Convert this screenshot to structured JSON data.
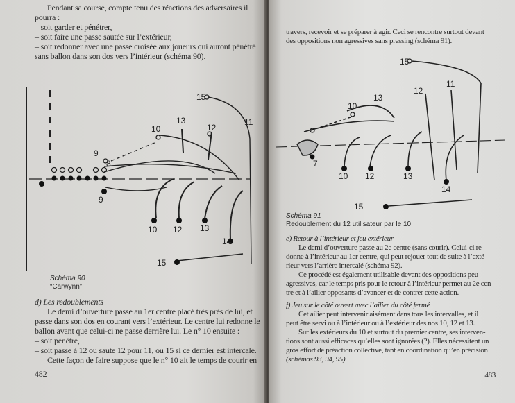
{
  "left_page": {
    "intro": [
      "Pendant sa course, compte tenu des réactions des adversaires il",
      "pourra :",
      "– soit garder et pénétrer,",
      "– soit faire une passe sautée sur l’extérieur,",
      "– soit redonner avec une passe croisée aux joueurs qui auront pénétré",
      "sans ballon dans son dos vers l’intérieur (schéma 90)."
    ],
    "diagram_labels": {
      "p15": "15",
      "p13": "13",
      "p10": "10",
      "p12": "12",
      "p9a": "9",
      "p8": "8",
      "p11": "11",
      "p9b": "9",
      "b10": "10",
      "b12": "12",
      "b13": "13",
      "b14": "14",
      "b15": "15"
    },
    "caption_title": "Schéma 90",
    "caption_text": "“Carwynn”.",
    "section_title": "d) Les redoublements",
    "section_body": [
      "Le demi d’ouverture passe au 1er centre placé très près de lui, et",
      "passe dans son dos en courant vers l’extérieur. Le centre lui redonne le",
      "ballon avant que celui-ci ne passe derrière lui. Le n° 10 ensuite :",
      "– soit pénètre,",
      "– soit passe à 12 ou saute 12 pour 11, ou 15 si ce dernier est intercalé.",
      "Cette façon de faire suppose que le n° 10 ait le temps de courir en"
    ],
    "page_number": "482"
  },
  "right_page": {
    "intro": [
      "travers, recevoir et se préparer à agir. Ceci se rencontre surtout devant",
      "des oppositions non agressives sans pressing (schéma 91)."
    ],
    "diagram_labels": {
      "t15": "15",
      "t13": "13",
      "t12": "12",
      "t11": "11",
      "t10": "10",
      "p7": "7",
      "b10": "10",
      "b12": "12",
      "b13": "13",
      "b14": "14",
      "b15": "15"
    },
    "caption_title": "Schéma 91",
    "caption_text": "Redoublement du 12 utilisateur par le 10.",
    "section_e_title": "e) Retour à l’intérieur et jeu extérieur",
    "section_e_body": [
      "Le demi d’ouverture passe au 2e centre (sans courir). Celui-ci re-",
      "donne à l’intérieur au 1er centre, qui peut rejouer tout de suite à l’exté-",
      "rieur vers l’arrière intercalé (schéma 92).",
      "Ce procédé est également utilisable devant des oppositions peu",
      "agressives, car le temps pris pour le retour à l’intérieur permet au 2e cen-",
      "tre et à l’ailier opposants d’avancer et de contrer cette action."
    ],
    "section_f_title": "f) Jeu sur le côté ouvert avec l’ailier du côté fermé",
    "section_f_body": [
      "Cet ailier peut intervenir aisément dans tous les intervalles, et il",
      "peut être servi ou à l’intérieur ou à l’extérieur des nos 10, 12 et 13.",
      "Sur les extérieurs du 10 et surtout du premier centre, ses interven-",
      "tions sont aussi efficaces qu’elles sont ignorées (?). Elles nécessitent un",
      "gros effort de préaction collective, tant en coordination qu’en précision",
      "(schémas 93, 94, 95)."
    ],
    "page_number": "483"
  }
}
